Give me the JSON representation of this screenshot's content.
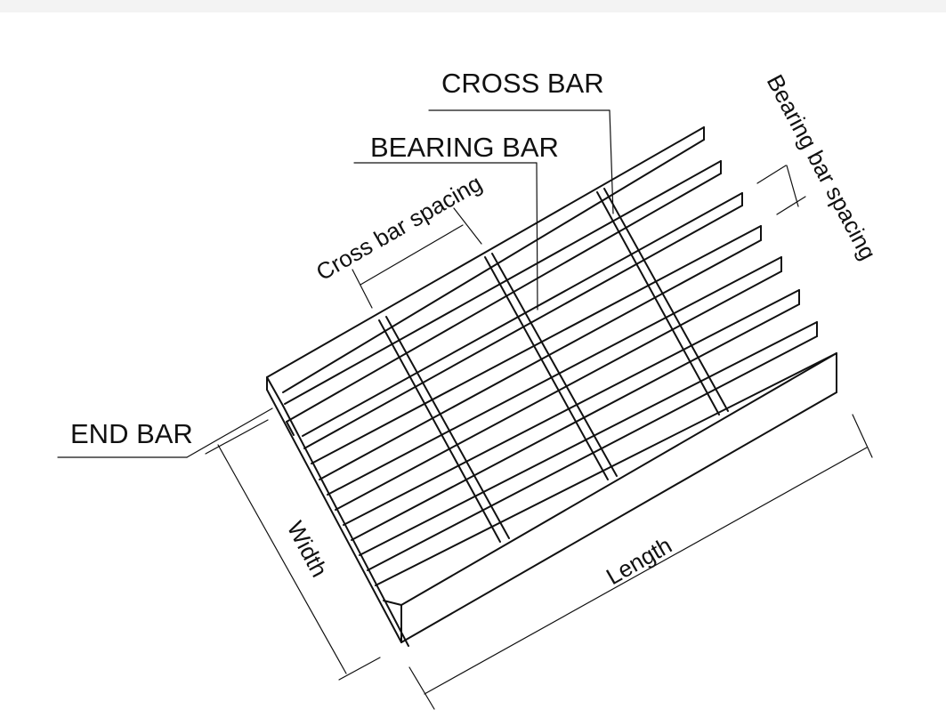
{
  "labels": {
    "cross_bar": "CROSS BAR",
    "bearing_bar": "BEARING BAR",
    "end_bar": "END BAR",
    "cross_bar_spacing": "Cross bar spacing",
    "bearing_bar_spacing": "Bearing bar spacing",
    "width": "Width",
    "length": "Length"
  }
}
